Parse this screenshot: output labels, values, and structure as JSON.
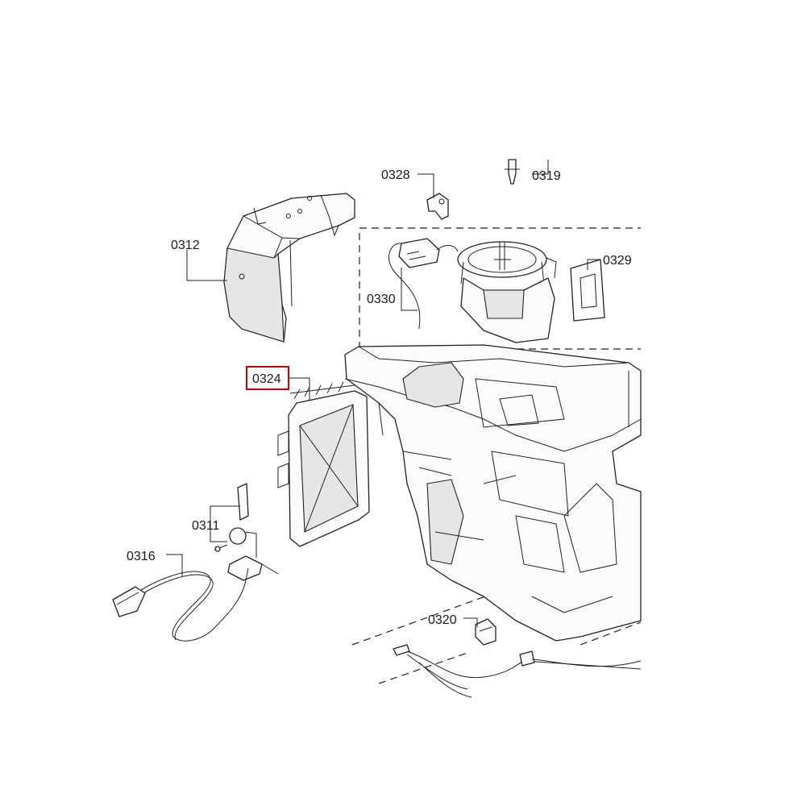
{
  "callouts": {
    "c0312": "0312",
    "c0324": "0324",
    "c0311": "0311",
    "c0316": "0316",
    "c0328": "0328",
    "c0319": "0319",
    "c0329": "0329",
    "c0330": "0330",
    "c0320": "0320"
  },
  "highlight": {
    "callout": "0324",
    "color": "#cc0000"
  }
}
